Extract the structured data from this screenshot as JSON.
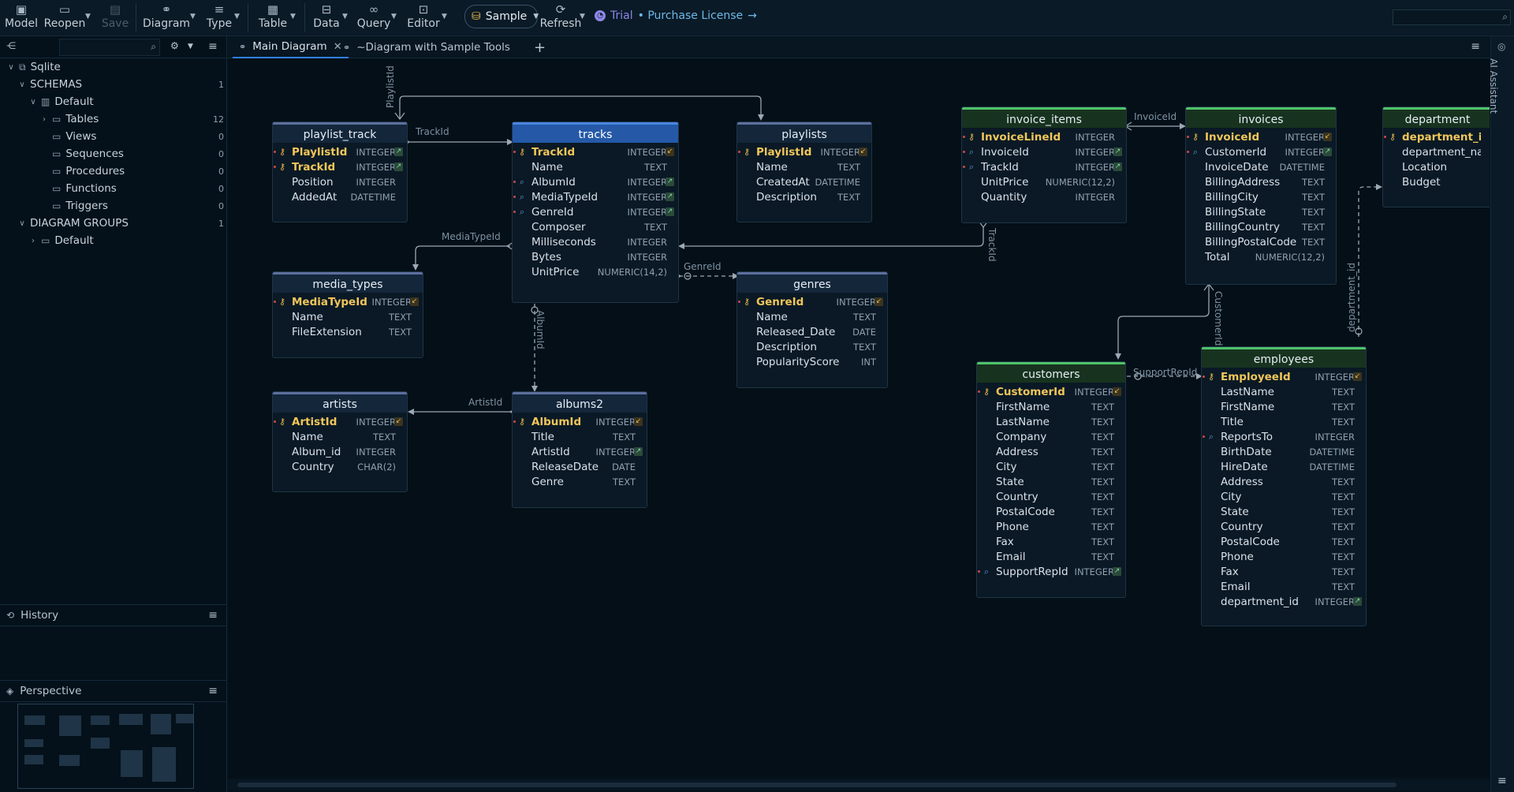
{
  "toolbar": {
    "model": "Model",
    "reopen": "Reopen",
    "save": "Save",
    "diagram": "Diagram",
    "type": "Type",
    "table": "Table",
    "data": "Data",
    "query": "Query",
    "editor": "Editor",
    "db_select": "Sample",
    "refresh": "Refresh",
    "trial": "Trial",
    "purchase": "• Purchase License",
    "purchase_arrow": "→"
  },
  "tree": {
    "root": "Sqlite",
    "schemas": {
      "label": "SCHEMAS",
      "count": "1"
    },
    "default_schema": "Default",
    "items": [
      {
        "label": "Tables",
        "count": "12"
      },
      {
        "label": "Views",
        "count": "0"
      },
      {
        "label": "Sequences",
        "count": "0"
      },
      {
        "label": "Procedures",
        "count": "0"
      },
      {
        "label": "Functions",
        "count": "0"
      },
      {
        "label": "Triggers",
        "count": "0"
      }
    ],
    "diagram_groups": {
      "label": "DIAGRAM GROUPS",
      "count": "1"
    },
    "diagram_default": "Default"
  },
  "history": {
    "label": "History"
  },
  "perspective": {
    "label": "Perspective"
  },
  "tabs": [
    {
      "label": "Main Diagram"
    },
    {
      "label": "~Diagram with Sample Tools"
    }
  ],
  "ai_assistant": "AI Assistant",
  "links": {
    "playlist_id": "PlaylistId",
    "track_id": "TrackId",
    "media_type_id": "MediaTypeId",
    "genre_id": "GenreId",
    "album_id": "AlbumId",
    "artist_id": "ArtistId",
    "invoice_id": "InvoiceId",
    "track_id_2": "TrackId",
    "customer_id": "CustomerId",
    "support_rep_id": "SupportRepId",
    "department_id": "department_id"
  },
  "entities": {
    "playlist_track": {
      "title": "playlist_track",
      "rows": [
        {
          "name": "PlaylistId",
          "type": "INTEGER",
          "pk": true,
          "badge": "↗"
        },
        {
          "name": "TrackId",
          "type": "INTEGER",
          "pk": true,
          "badge": "↗"
        },
        {
          "name": "Position",
          "type": "INTEGER"
        },
        {
          "name": "AddedAt",
          "type": "DATETIME"
        }
      ]
    },
    "tracks": {
      "title": "tracks",
      "rows": [
        {
          "name": "TrackId",
          "type": "INTEGER",
          "pk": true,
          "badge": "↙"
        },
        {
          "name": "Name",
          "type": "TEXT"
        },
        {
          "name": "AlbumId",
          "type": "INTEGER",
          "fk": true,
          "badge": "↗"
        },
        {
          "name": "MediaTypeId",
          "type": "INTEGER",
          "fk": true,
          "badge": "↗"
        },
        {
          "name": "GenreId",
          "type": "INTEGER",
          "fk": true,
          "badge": "↗"
        },
        {
          "name": "Composer",
          "type": "TEXT"
        },
        {
          "name": "Milliseconds",
          "type": "INTEGER"
        },
        {
          "name": "Bytes",
          "type": "INTEGER"
        },
        {
          "name": "UnitPrice",
          "type": "NUMERIC(14,2)"
        }
      ]
    },
    "playlists": {
      "title": "playlists",
      "rows": [
        {
          "name": "PlaylistId",
          "type": "INTEGER",
          "pk": true,
          "badge": "↙"
        },
        {
          "name": "Name",
          "type": "TEXT"
        },
        {
          "name": "CreatedAt",
          "type": "DATETIME"
        },
        {
          "name": "Description",
          "type": "TEXT"
        }
      ]
    },
    "media_types": {
      "title": "media_types",
      "rows": [
        {
          "name": "MediaTypeId",
          "type": "INTEGER",
          "pk": true,
          "badge": "↙"
        },
        {
          "name": "Name",
          "type": "TEXT"
        },
        {
          "name": "FileExtension",
          "type": "TEXT"
        }
      ]
    },
    "genres": {
      "title": "genres",
      "rows": [
        {
          "name": "GenreId",
          "type": "INTEGER",
          "pk": true,
          "badge": "↙"
        },
        {
          "name": "Name",
          "type": "TEXT"
        },
        {
          "name": "Released_Date",
          "type": "DATE"
        },
        {
          "name": "Description",
          "type": "TEXT"
        },
        {
          "name": "PopularityScore",
          "type": "INT"
        }
      ]
    },
    "artists": {
      "title": "artists",
      "rows": [
        {
          "name": "ArtistId",
          "type": "INTEGER",
          "pk": true,
          "badge": "↙"
        },
        {
          "name": "Name",
          "type": "TEXT"
        },
        {
          "name": "Album_id",
          "type": "INTEGER"
        },
        {
          "name": "Country",
          "type": "CHAR(2)"
        }
      ]
    },
    "albums2": {
      "title": "albums2",
      "rows": [
        {
          "name": "AlbumId",
          "type": "INTEGER",
          "pk": true,
          "badge": "↙"
        },
        {
          "name": "Title",
          "type": "TEXT"
        },
        {
          "name": "ArtistId",
          "type": "INTEGER",
          "badge": "↗"
        },
        {
          "name": "ReleaseDate",
          "type": "DATE"
        },
        {
          "name": "Genre",
          "type": "TEXT"
        }
      ]
    },
    "invoice_items": {
      "title": "invoice_items",
      "rows": [
        {
          "name": "InvoiceLineId",
          "type": "INTEGER",
          "pk": true
        },
        {
          "name": "InvoiceId",
          "type": "INTEGER",
          "fk": true,
          "badge": "↗"
        },
        {
          "name": "TrackId",
          "type": "INTEGER",
          "fk": true,
          "badge": "↗"
        },
        {
          "name": "UnitPrice",
          "type": "NUMERIC(12,2)"
        },
        {
          "name": "Quantity",
          "type": "INTEGER"
        }
      ]
    },
    "invoices": {
      "title": "invoices",
      "rows": [
        {
          "name": "InvoiceId",
          "type": "INTEGER",
          "pk": true,
          "badge": "↙"
        },
        {
          "name": "CustomerId",
          "type": "INTEGER",
          "fk": true,
          "badge": "↗"
        },
        {
          "name": "InvoiceDate",
          "type": "DATETIME"
        },
        {
          "name": "BillingAddress",
          "type": "TEXT"
        },
        {
          "name": "BillingCity",
          "type": "TEXT"
        },
        {
          "name": "BillingState",
          "type": "TEXT"
        },
        {
          "name": "BillingCountry",
          "type": "TEXT"
        },
        {
          "name": "BillingPostalCode",
          "type": "TEXT"
        },
        {
          "name": "Total",
          "type": "NUMERIC(12,2)"
        }
      ]
    },
    "department": {
      "title": "department",
      "rows": [
        {
          "name": "department_id",
          "type": "",
          "pk": true
        },
        {
          "name": "department_name",
          "type": ""
        },
        {
          "name": "Location",
          "type": ""
        },
        {
          "name": "Budget",
          "type": ""
        }
      ]
    },
    "customers": {
      "title": "customers",
      "rows": [
        {
          "name": "CustomerId",
          "type": "INTEGER",
          "pk": true,
          "badge": "↙"
        },
        {
          "name": "FirstName",
          "type": "TEXT"
        },
        {
          "name": "LastName",
          "type": "TEXT"
        },
        {
          "name": "Company",
          "type": "TEXT"
        },
        {
          "name": "Address",
          "type": "TEXT"
        },
        {
          "name": "City",
          "type": "TEXT"
        },
        {
          "name": "State",
          "type": "TEXT"
        },
        {
          "name": "Country",
          "type": "TEXT"
        },
        {
          "name": "PostalCode",
          "type": "TEXT"
        },
        {
          "name": "Phone",
          "type": "TEXT"
        },
        {
          "name": "Fax",
          "type": "TEXT"
        },
        {
          "name": "Email",
          "type": "TEXT"
        },
        {
          "name": "SupportRepId",
          "type": "INTEGER",
          "fk": true,
          "badge": "↗"
        }
      ]
    },
    "employees": {
      "title": "employees",
      "rows": [
        {
          "name": "EmployeeId",
          "type": "INTEGER",
          "pk": true,
          "badge": "↙"
        },
        {
          "name": "LastName",
          "type": "TEXT"
        },
        {
          "name": "FirstName",
          "type": "TEXT"
        },
        {
          "name": "Title",
          "type": "TEXT"
        },
        {
          "name": "ReportsTo",
          "type": "INTEGER",
          "fk": true
        },
        {
          "name": "BirthDate",
          "type": "DATETIME"
        },
        {
          "name": "HireDate",
          "type": "DATETIME"
        },
        {
          "name": "Address",
          "type": "TEXT"
        },
        {
          "name": "City",
          "type": "TEXT"
        },
        {
          "name": "State",
          "type": "TEXT"
        },
        {
          "name": "Country",
          "type": "TEXT"
        },
        {
          "name": "PostalCode",
          "type": "TEXT"
        },
        {
          "name": "Phone",
          "type": "TEXT"
        },
        {
          "name": "Fax",
          "type": "TEXT"
        },
        {
          "name": "Email",
          "type": "TEXT"
        },
        {
          "name": "department_id",
          "type": "INTEGER",
          "badge": "↗"
        }
      ]
    }
  }
}
